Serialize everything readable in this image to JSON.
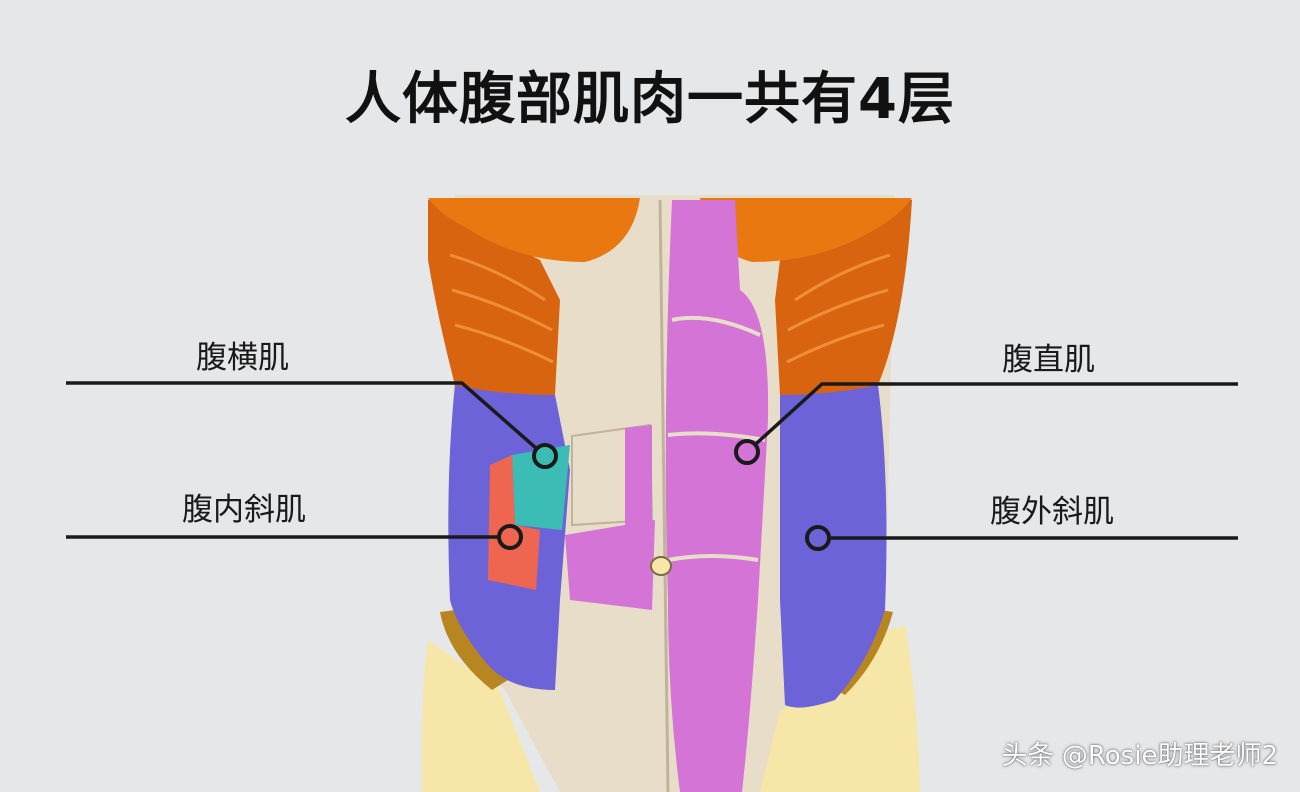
{
  "title": "人体腹部肌肉一共有4层",
  "labels": {
    "transversus": "腹横肌",
    "internal_oblique": "腹内斜肌",
    "rectus": "腹直肌",
    "external_oblique": "腹外斜肌"
  },
  "watermark": "头条 @Rosie助理老师2",
  "colors": {
    "background": "#e6e7e9",
    "pectoral": "#e8780f",
    "serratus": "#d96410",
    "external_oblique": "#6c63d8",
    "rectus": "#d374d6",
    "transversus": "#3bbcb4",
    "internal_oblique": "#ee6650",
    "fascia": "#e8ddc8",
    "skin": "#f6e7a8",
    "inguinal": "#b88620",
    "leader_line": "#1a1a1a"
  }
}
